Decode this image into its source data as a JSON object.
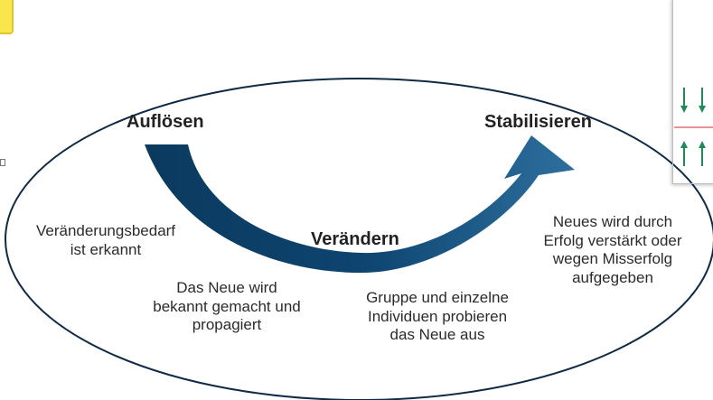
{
  "stages": {
    "aufloesen": "Auflösen",
    "veraendern": "Verändern",
    "stabilisieren": "Stabilisieren"
  },
  "descriptions": {
    "bedarf": "Veränderungsbedarf\nist erkannt",
    "bekannt": "Das Neue wird\nbekannt gemacht und\npropagiert",
    "probieren": "Gruppe und einzelne\nIndividuen probieren\ndas Neue aus",
    "verstaerkt": "Neues wird durch\nErfolg verstärkt oder\nwegen Misserfolg\naufgegeben"
  },
  "colors": {
    "arrow_dark": "#0b3a5e",
    "arrow_light": "#2e6f9e",
    "ellipse_stroke": "#0f2a44",
    "panel_arrow": "#1e8a5a",
    "panel_line": "#e07070",
    "note_yellow": "#f9e64f"
  }
}
